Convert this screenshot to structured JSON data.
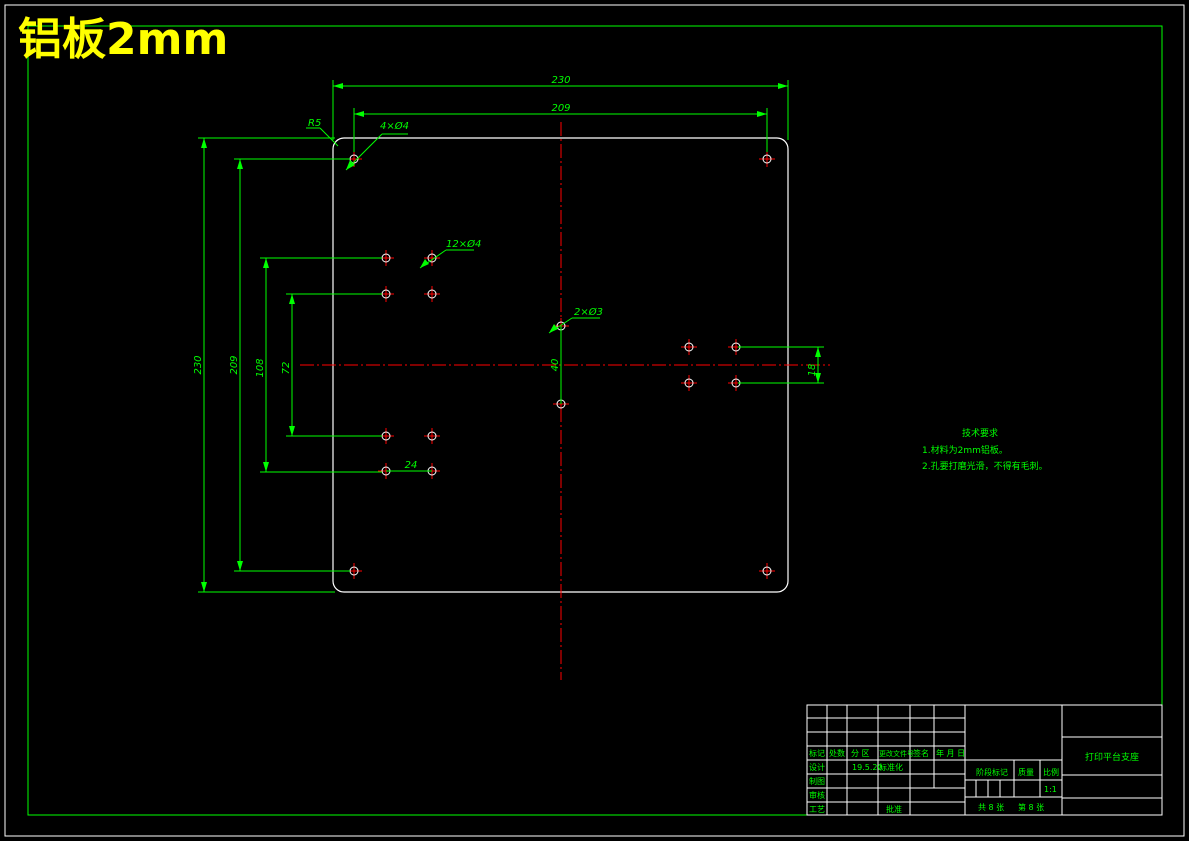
{
  "heading": "铝板2mm",
  "dimensions": {
    "width_total": "230",
    "width_holes": "209",
    "height_total": "230",
    "height_holes": "209",
    "corner_radius": "R5",
    "hole_corner": "4×Ø4",
    "hole_group": "12×Ø4",
    "hole_center": "2×Ø3",
    "v_108": "108",
    "v_72": "72",
    "v_40": "40",
    "v_18": "18",
    "h_24": "24"
  },
  "technical_requirements": {
    "title": "技术要求",
    "item1": "1.材料为2mm铝板。",
    "item2": "2.孔要打磨光滑，不得有毛刺。"
  },
  "title_block": {
    "drawing_name": "打印平台支座",
    "rev_mark": "标记",
    "rev_count": "处数",
    "rev_zone": "分 区",
    "rev_doc": "更改文件号",
    "rev_sign": "签名",
    "rev_date": "年 月 日",
    "design": "设计",
    "design_date": "19.5.20",
    "standardize": "标准化",
    "draw": "制图",
    "check": "审核",
    "process": "工艺",
    "approve": "批准",
    "stage_mark": "阶段标记",
    "weight": "质量",
    "scale_label": "比例",
    "scale_value": "1:1",
    "sheets_total": "共 8 张",
    "sheet_no": "第 8 张"
  },
  "colors": {
    "outline": "#ffffff",
    "dimension": "#00ff00",
    "centerline": "#ff0000",
    "heading": "#ffff00",
    "background": "#000000"
  }
}
